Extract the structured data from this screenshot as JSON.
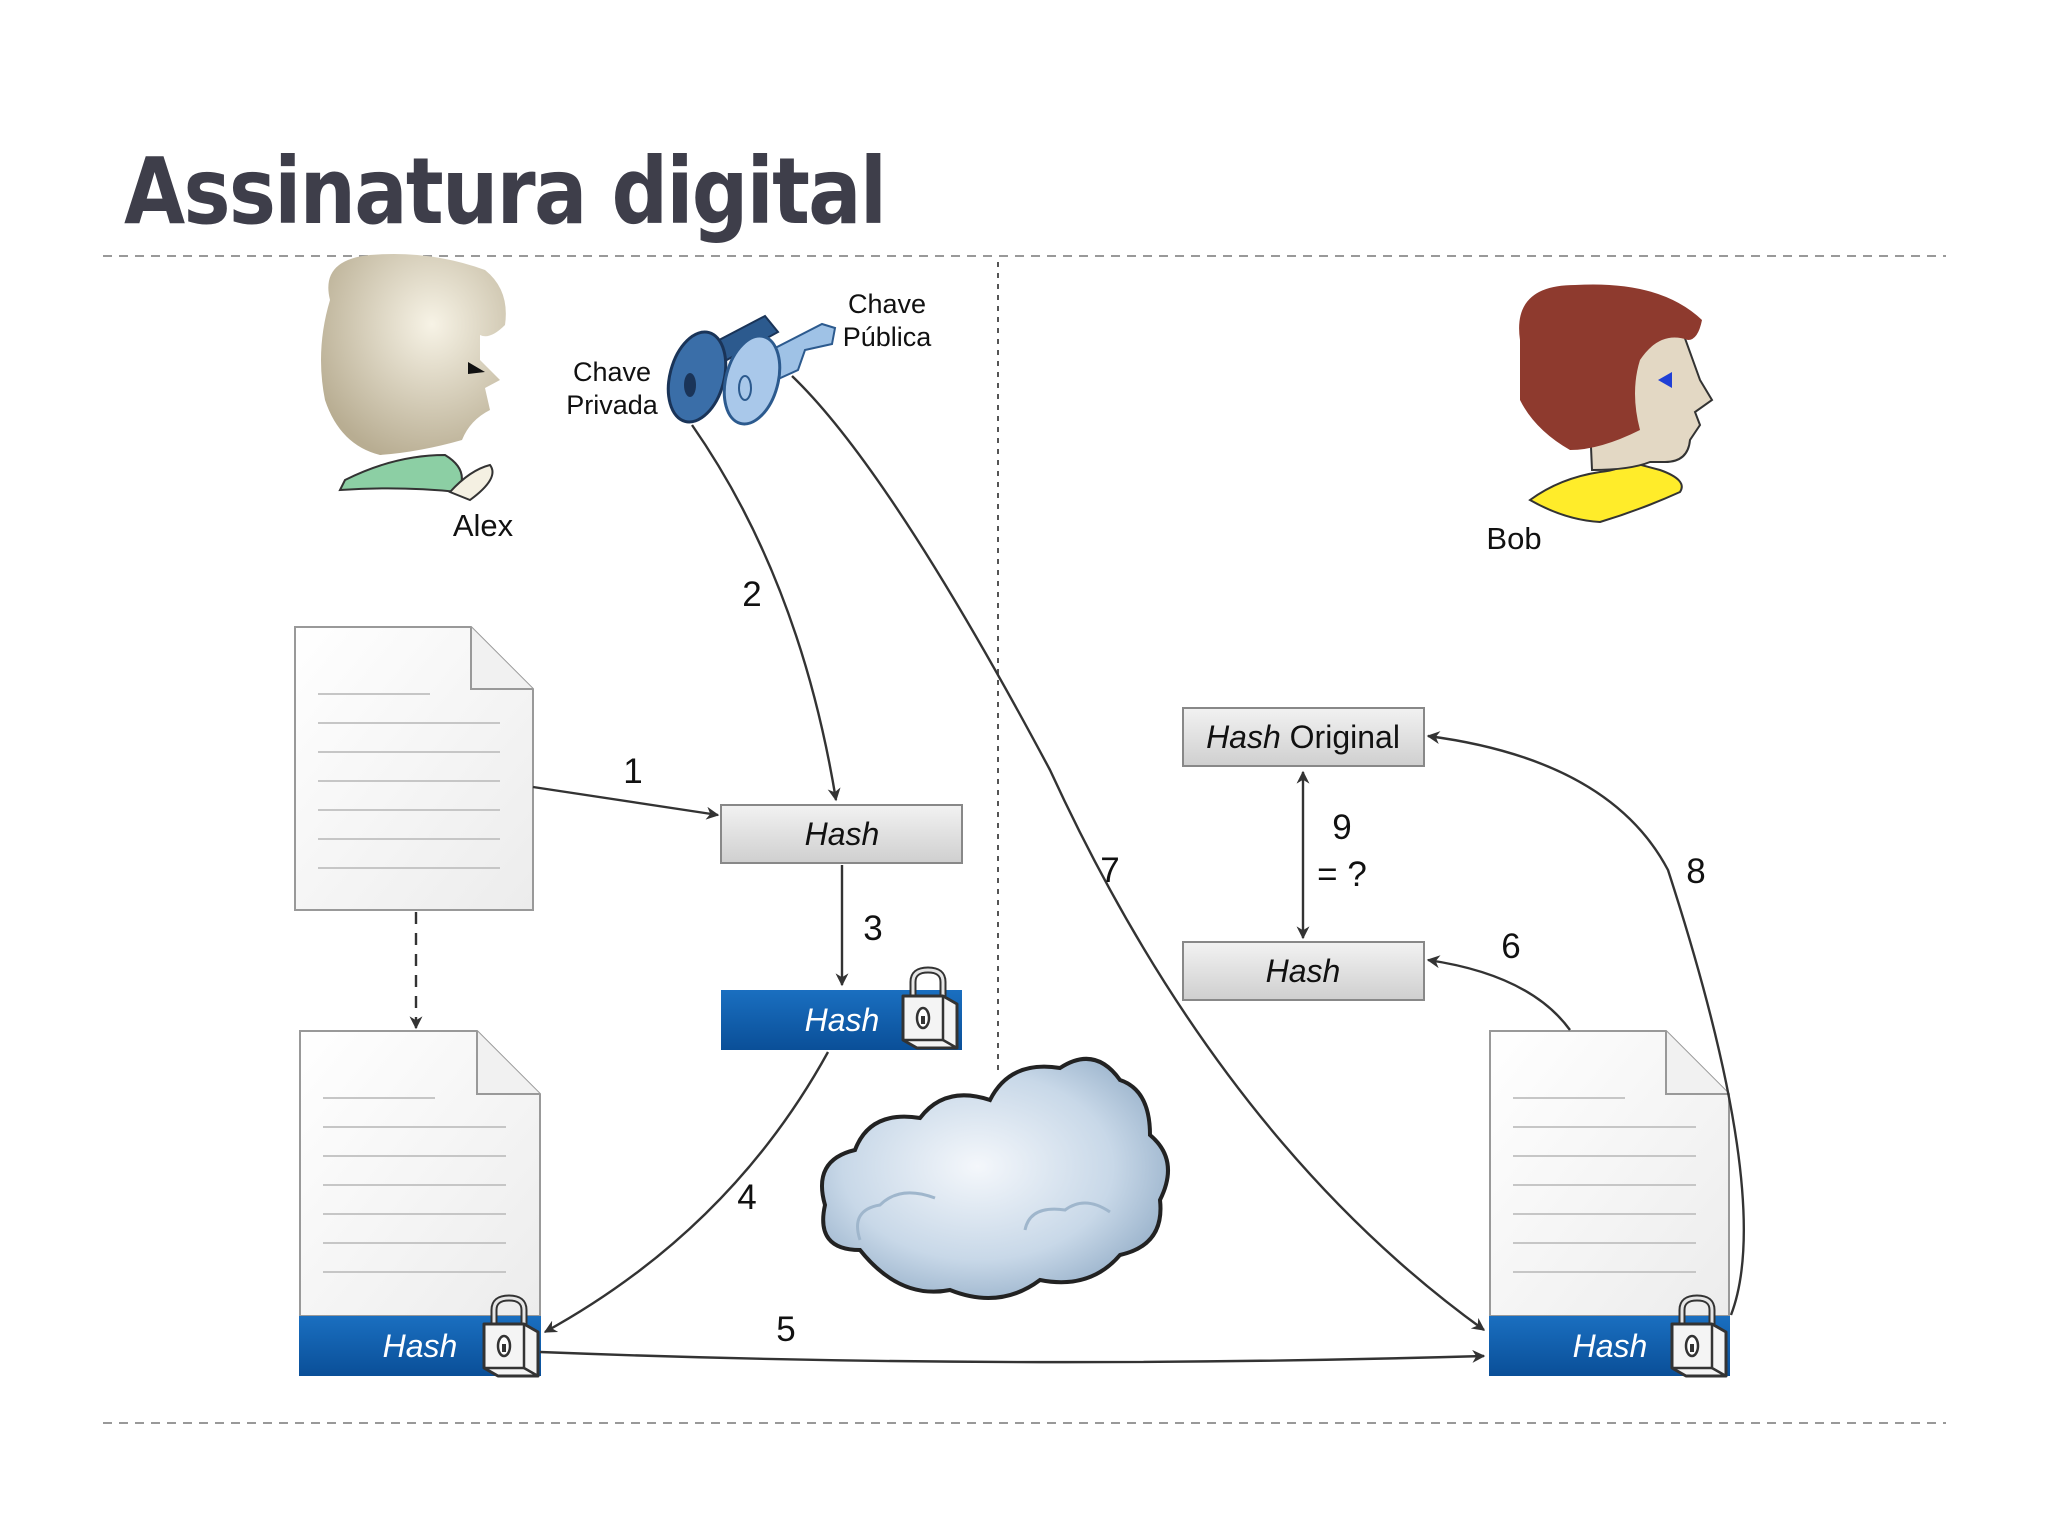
{
  "title": "Assinatura digital",
  "actors": {
    "alex": "Alex",
    "bob": "Bob"
  },
  "keys": {
    "private": [
      "Chave",
      "Privada"
    ],
    "public": [
      "Chave",
      "Pública"
    ]
  },
  "boxes": {
    "hash": "Hash",
    "hash_encrypted": "Hash",
    "doc_signed_alex": "Hash",
    "doc_signed_bob": "Hash",
    "bob_hash": "Hash",
    "hash_original_italic": "Hash",
    "hash_original_rest": " Original"
  },
  "steps": {
    "s1": "1",
    "s2": "2",
    "s3": "3",
    "s4": "4",
    "s5": "5",
    "s6": "6",
    "s7": "7",
    "s8": "8",
    "s9": "9",
    "compare": "= ?"
  },
  "colors": {
    "title": "#3e3e4a",
    "blue_band": "#0d5fae",
    "gray_box": "#dcdcdc",
    "bob_hair": "#8e3a2e",
    "bob_collar": "#ffec2a",
    "alex_collar": "#8ccfa4"
  }
}
